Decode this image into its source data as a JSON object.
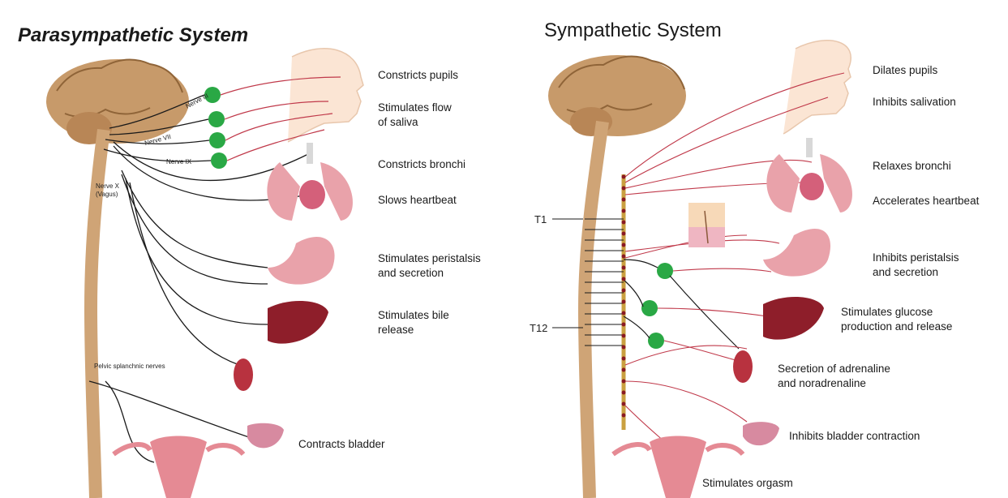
{
  "parasympathetic": {
    "title": "Parasympathetic System",
    "nerves": {
      "iii": "Nerve III",
      "vii": "Nerve VII",
      "ix": "Nerve IX",
      "x": "Nerve X\n(Vagus)",
      "pelvic": "Pelvic splanchnic nerves"
    },
    "effects": {
      "pupils": "Constricts pupils",
      "saliva": "Stimulates flow\nof saliva",
      "bronchi": "Constricts bronchi",
      "heart": "Slows heartbeat",
      "peristalsis": "Stimulates peristalsis\nand secretion",
      "bile": "Stimulates bile\nrelease",
      "bladder": "Contracts bladder"
    }
  },
  "sympathetic": {
    "title": "Sympathetic System",
    "levels": {
      "t1": "T1",
      "t12": "T12"
    },
    "effects": {
      "pupils": "Dilates pupils",
      "saliva": "Inhibits salivation",
      "bronchi": "Relaxes bronchi",
      "heart": "Accelerates heartbeat",
      "peristalsis": "Inhibits peristalsis\nand secretion",
      "glucose": "Stimulates glucose\nproduction and release",
      "adrenaline": "Secretion of adrenaline\nand noradrenaline",
      "bladder": "Inhibits bladder contraction",
      "orgasm": "Stimulates orgasm"
    }
  },
  "colors": {
    "brain": "#c79a6a",
    "spine": "#cfa476",
    "ganglion": "#2aa845",
    "nerve_black": "#1a1a1a",
    "nerve_red": "#c0394a",
    "organ_pink": "#e9a2aa",
    "liver": "#8e1e2a",
    "chain": "#caa040"
  }
}
